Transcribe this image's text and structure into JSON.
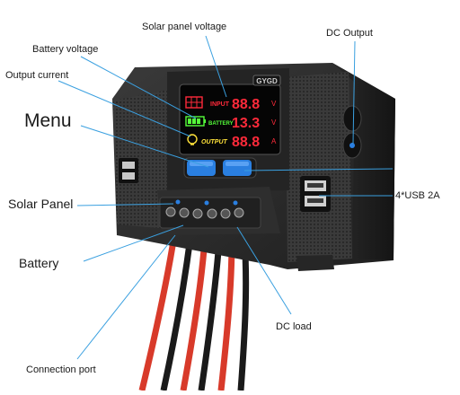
{
  "labels": {
    "solar_panel_voltage": "Solar panel voltage",
    "battery_voltage": "Battery voltage",
    "output_current": "Output current",
    "menu": "Menu",
    "solar_panel": "Solar Panel",
    "battery": "Battery",
    "connection_port": "Connection port",
    "dc_output": "DC Output",
    "usb": "4*USB 2A",
    "dc_load": "DC load"
  },
  "device": {
    "brand": "GYGD",
    "display": {
      "input_label": "INPUT",
      "input_value": "88.8",
      "input_unit": "V",
      "battery_label": "BATTERY",
      "battery_value": "13.3",
      "battery_unit": "V",
      "output_label": "OUTPUT",
      "output_value": "88.8",
      "output_unit": "A"
    }
  },
  "colors": {
    "callout_line": "#3aa0e0",
    "body": "#2b2b2b",
    "lcd_red": "#ff2a3a",
    "lcd_green": "#55ff3a",
    "lcd_yellow": "#ffe23a",
    "button_blue": "#2a7fe0",
    "wire_red": "#d83a2a",
    "wire_black": "#1a1a1a"
  }
}
